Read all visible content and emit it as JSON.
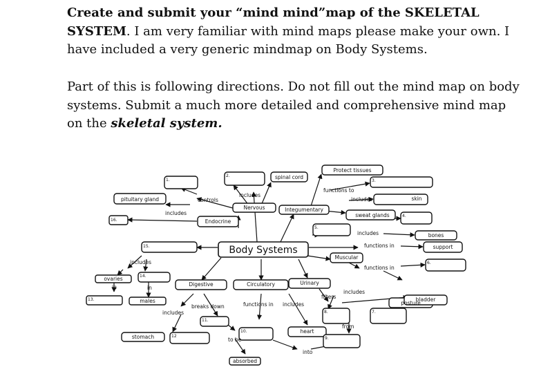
{
  "instructions": {
    "p1_bold": "Create and submit your “mind mind”map of the SKELETAL SYSTEM",
    "p1_rest": ". I am very familiar with mind maps please make your own. I have included a very generic mindmap on Body Systems.",
    "p2_text": "Part of this is following directions. Do not fill out the mind map on body systems. Submit a much more detailed and comprehensive mind map on the ",
    "p2_emph": "skeletal system.",
    "p2_end": ""
  },
  "mindmap": {
    "center": "Body Systems",
    "boxes": {
      "b1": "1.",
      "b2": "2.",
      "spinal": "spinal cord",
      "protect": "Protect tissues",
      "b3": "3.",
      "pituitary": "pituitary gland",
      "nervous": "Nervous",
      "integ": "Integumentary",
      "skin": "skin",
      "b16": "16.",
      "endocrine": "Endocrine",
      "sweat": "sweat glands",
      "b4": "4.",
      "b5": "5.",
      "bones": "bones",
      "b15": "15.",
      "support": "support",
      "muscular": "Muscular",
      "b6": "6.",
      "ovaries": "ovaries",
      "b14": "14.",
      "digestive": "Digestive",
      "circulatory": "Circulatory",
      "urinary": "Urinary",
      "posture": "posture",
      "b13": "13.",
      "males": "males",
      "bladder": "bladder",
      "b11": "11.",
      "b8": "8.",
      "b7": "7.",
      "b10": "10.",
      "heart": "heart",
      "b9": "9.",
      "stomach": "stomach",
      "b12": "12",
      "absorbed": "absorbed"
    },
    "links": {
      "includes_nervous": "includes",
      "controls": "controls",
      "includes_endo": "includes",
      "functions_to": "functions to",
      "includes_skin": "includes",
      "includes_bones": "includes",
      "functions_in_support": "functions in",
      "functions_in_posture": "functions in",
      "includes_ovaries": "includes",
      "in_ovaries": "in",
      "in_males": "in",
      "includes_bladder": "includes",
      "filters": "filters",
      "breaks_down": "breaks down",
      "includes_stomach": "includes",
      "functions_in_circ": "functions in",
      "includes_circ": "includes",
      "from": "from",
      "to_be": "to be",
      "into": "into"
    }
  }
}
